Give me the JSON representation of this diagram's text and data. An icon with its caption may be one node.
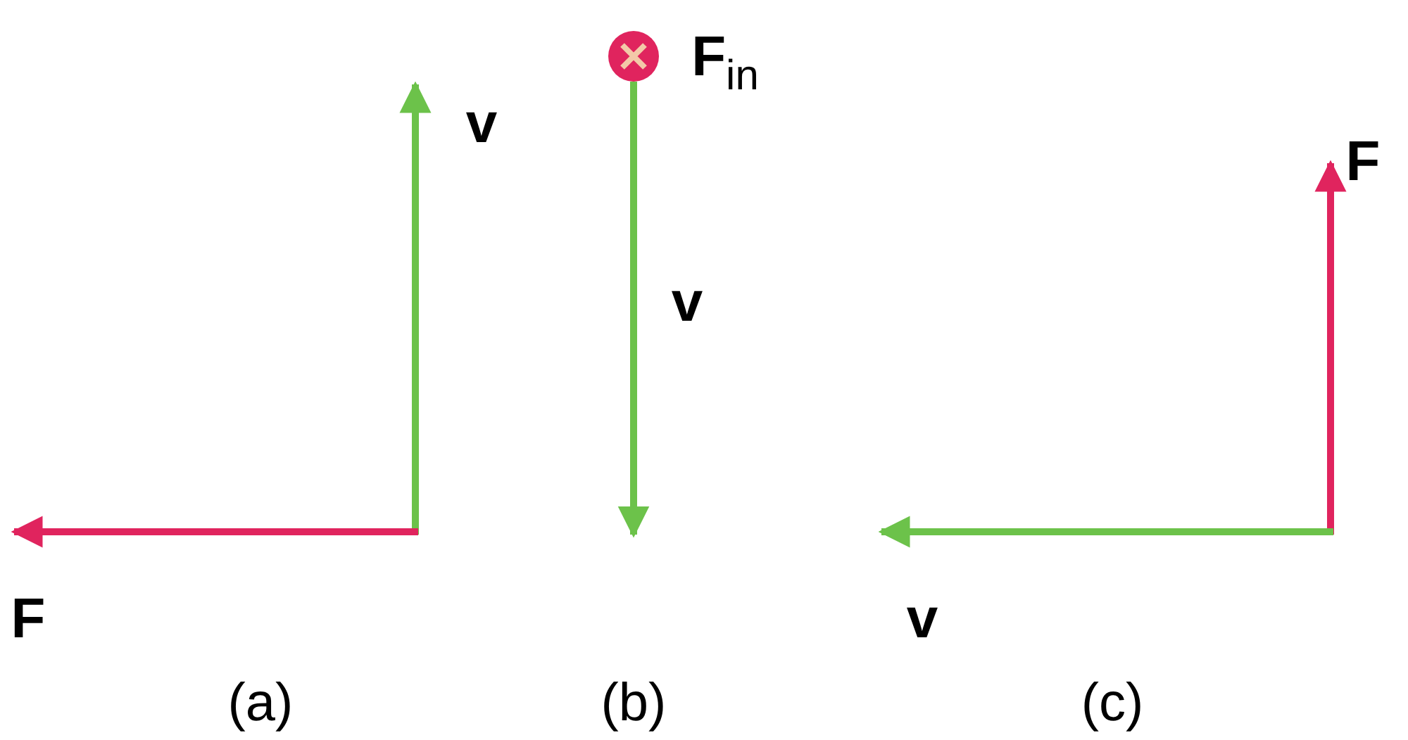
{
  "diagram": {
    "labels": [
      "v",
      "F",
      "(a)",
      "**F**$_{in}$",
      "v",
      "(b)",
      "F",
      "v",
      "(c)"
    ]
  }
}
